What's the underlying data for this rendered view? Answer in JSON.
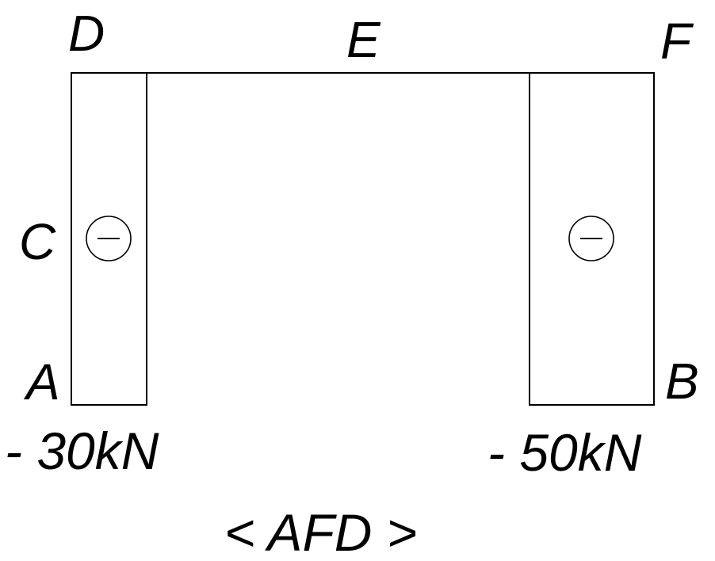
{
  "diagram": {
    "labels": {
      "D": "D",
      "E": "E",
      "F": "F",
      "C": "C",
      "A": "A",
      "B": "B"
    },
    "values": {
      "left": "- 30kN",
      "right": "- 50kN"
    },
    "caption": "< AFD >",
    "signs": {
      "left": "negative",
      "right": "negative"
    },
    "axial_forces_kN": {
      "AD": -30,
      "BF": -50
    }
  }
}
